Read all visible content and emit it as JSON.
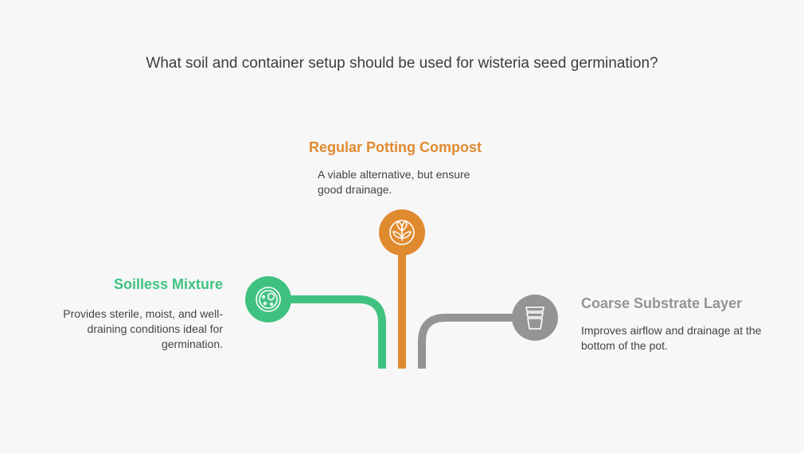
{
  "title": "What soil and container setup should be used for wisteria seed germination?",
  "options": [
    {
      "heading": "Regular Potting Compost",
      "description": "A viable alternative, but ensure good drainage.",
      "color": "#e08a30",
      "icon": "sprout-icon"
    },
    {
      "heading": "Soilless Mixture",
      "description": "Provides sterile, moist, and well-draining conditions ideal for germination.",
      "color": "#3fc27f",
      "icon": "petri-dish-icon"
    },
    {
      "heading": "Coarse Substrate Layer",
      "description": "Improves airflow and drainage at the bottom of the pot.",
      "color": "#949494",
      "icon": "stacked-pots-icon"
    }
  ]
}
